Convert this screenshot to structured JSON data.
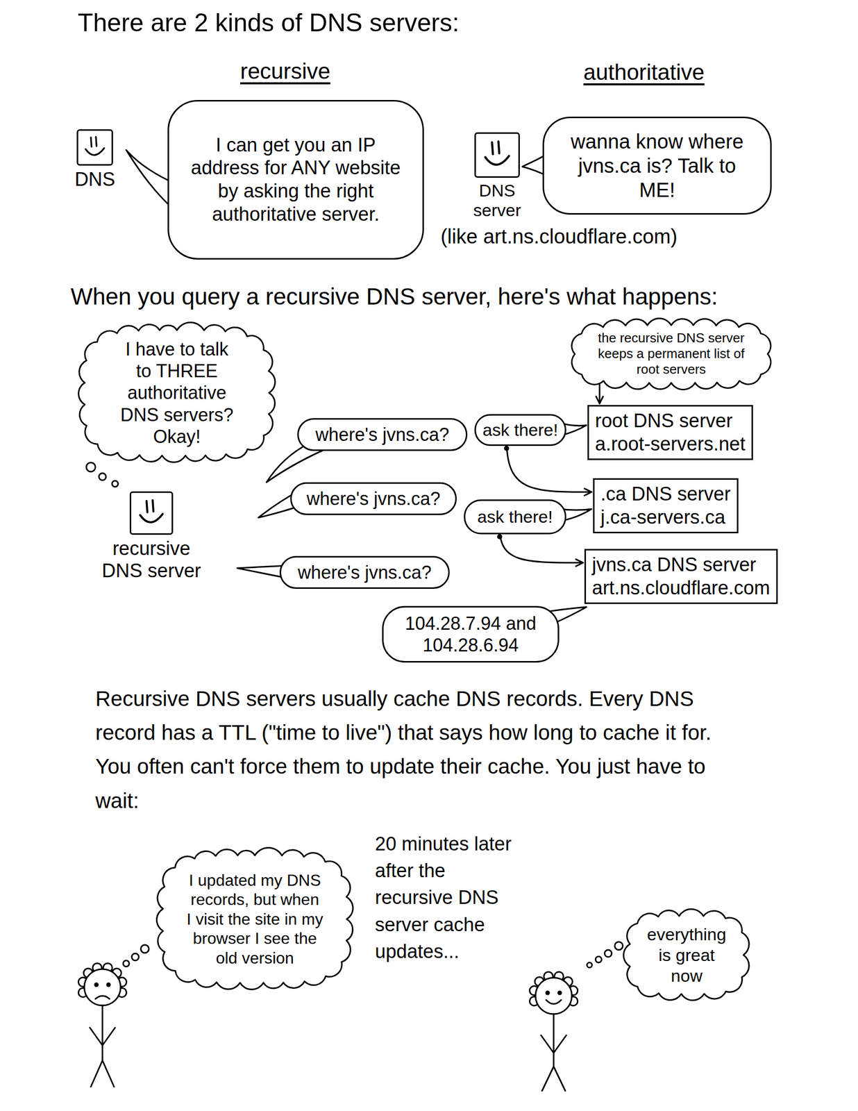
{
  "diagram": {
    "title": "There are 2 kinds of DNS servers:",
    "nodes": [
      {
        "text": [
          "DNS"
        ]
      },
      {
        "text": [
          "I can get you an IP address for ANY website by asking the right authoritative server."
        ]
      },
      {
        "text": [
          "DNS server"
        ]
      },
      {
        "text": [
          "wanna know where jvns.ca is? Talk to ME!"
        ]
      },
      {
        "text": [
          "I have to talk to THREE authoritative DNS servers? Okay!"
        ]
      },
      {
        "text": [
          "recursive DNS server"
        ]
      },
      {
        "text": [
          "the recursive DNS server keeps a permanent list of root servers"
        ]
      },
      {
        "text": [
          "where's jvns.ca?"
        ]
      },
      {
        "text": [
          "ask there!"
        ]
      },
      {
        "text": [
          "root DNS server",
          "a.root-servers.net"
        ]
      },
      {
        "text": [
          "where's jvns.ca?"
        ]
      },
      {
        "text": [
          ".ca DNS server",
          "j.ca-servers.ca"
        ]
      },
      {
        "text": [
          "ask there!"
        ]
      },
      {
        "text": [
          "where's jvns.ca?"
        ]
      },
      {
        "text": [
          "jvns.ca DNS server",
          "art.ns.cloudflare.com"
        ]
      },
      {
        "text": [
          "104.28.7.94 and 104.28.6.94"
        ]
      },
      {
        "text": [
          "I updated my DNS records, but when I visit the site in my browser I see the old version"
        ]
      },
      {
        "text": [
          "everything is great now"
        ]
      }
    ],
    "edges": [
      {
        "from": 6,
        "to": 9,
        "arrow": "to"
      },
      {
        "from": 8,
        "to": 11,
        "arrow": "to"
      },
      {
        "from": 12,
        "to": 14,
        "arrow": "to"
      }
    ],
    "labels": [
      "recursive",
      "authoritative",
      "(like art.ns.cloudflare.com)",
      "When you query a recursive DNS server, here's what happens:",
      "Recursive DNS servers usually cache DNS records. Every DNS record has a TTL (\"time to live\") that says how long to cache it for. You often can't force them to update their cache. You just have to wait:",
      "20 minutes later after the recursive DNS server cache updates..."
    ]
  }
}
